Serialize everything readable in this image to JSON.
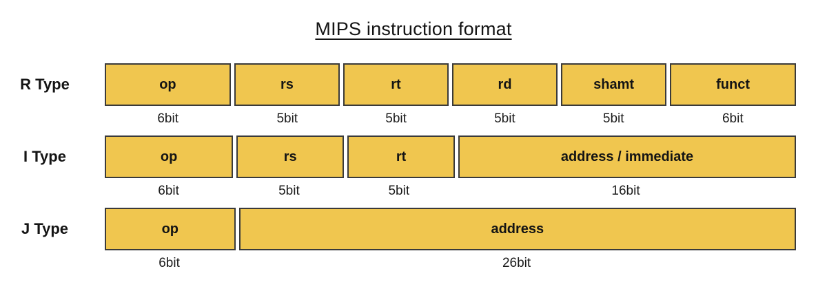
{
  "title": "MIPS instruction format",
  "colors": {
    "box_fill": "#F0C64F",
    "box_border": "#3A3A3A"
  },
  "rows": [
    {
      "label": "R Type",
      "fields": [
        {
          "name": "op",
          "bits": 6,
          "bit_label": "6bit"
        },
        {
          "name": "rs",
          "bits": 5,
          "bit_label": "5bit"
        },
        {
          "name": "rt",
          "bits": 5,
          "bit_label": "5bit"
        },
        {
          "name": "rd",
          "bits": 5,
          "bit_label": "5bit"
        },
        {
          "name": "shamt",
          "bits": 5,
          "bit_label": "5bit"
        },
        {
          "name": "funct",
          "bits": 6,
          "bit_label": "6bit"
        }
      ]
    },
    {
      "label": "I Type",
      "fields": [
        {
          "name": "op",
          "bits": 6,
          "bit_label": "6bit"
        },
        {
          "name": "rs",
          "bits": 5,
          "bit_label": "5bit"
        },
        {
          "name": "rt",
          "bits": 5,
          "bit_label": "5bit"
        },
        {
          "name": "address / immediate",
          "bits": 16,
          "bit_label": "16bit"
        }
      ]
    },
    {
      "label": "J Type",
      "fields": [
        {
          "name": "op",
          "bits": 6,
          "bit_label": "6bit"
        },
        {
          "name": "address",
          "bits": 26,
          "bit_label": "26bit"
        }
      ]
    }
  ]
}
